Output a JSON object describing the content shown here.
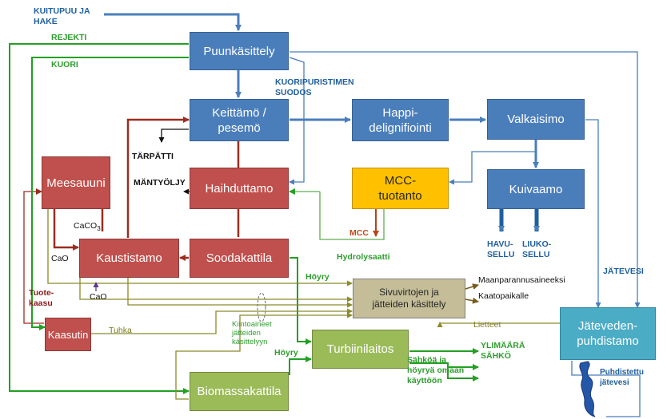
{
  "colors": {
    "process_blue": "#4a7ebb",
    "chemical_red": "#c0504d",
    "energy_green": "#9bbb59",
    "mcc_gold": "#ffc000",
    "side_stream_tan": "#c4bd97",
    "wastewater_teal": "#4bacc6",
    "fiber_line": "#4a7ebb",
    "liquor_line": "#9b2d20",
    "steam_line": "#22a022",
    "residue_line": "#8a8a2a"
  },
  "boxes": {
    "puunkasittely": "Puunkäsittely",
    "keittamo": "Keittämö /\npesemö",
    "happidelignifiointi": "Happi-\ndelignifiointi",
    "valkaisimo": "Valkaisimo",
    "meesauuni": "Meesauuni",
    "haihduttamo": "Haihduttamo",
    "mcc_tuotanto": "MCC-\ntuotanto",
    "kuivaamo": "Kuivaamo",
    "kaustistamo": "Kaustistamo",
    "soodakattila": "Soodakattila",
    "sivuvirrat": "Sivuvirtojen ja\njätteiden käsittely",
    "jatevedenpuhdistamo": "Jäteveden-\npuhdistamo",
    "kaasutin": "Kaasutin",
    "turbiinilaitos": "Turbiinilaitos",
    "biomassakattila": "Biomassakattila"
  },
  "labels": {
    "kuitupuu": "KUITUPUU JA\nHAKE",
    "rejekti": "REJEKTI",
    "kuori": "KUORI",
    "kuoripuristimen": "KUORIPURISTIMEN\nSUODOS",
    "tarpatti": "TÄRPÄTTI",
    "mantyoljy": "MÄNTYÖLJY",
    "caco3": "CaCO",
    "caco3_sub": "3",
    "cao_upper": "CaO",
    "cao_lower": "CaO",
    "mcc": "MCC",
    "hydrolysaatti": "Hydrolysaatti",
    "havusellu": "HAVU-\nSELLU",
    "liukosellu": "LIUKO-\nSELLU",
    "jatevesi": "JÄTEVESI",
    "tuotekaasu": "Tuote-\nkaasu",
    "hoyry_upper": "Höyry",
    "hoyry_lower": "Höyry",
    "maanparannus": "Maanparannusaineeksi",
    "kaatopaikalle": "Kaatopaikalle",
    "tuhka": "Tuhka",
    "kiintoaineet": "Kiintoaineet\njätteiden\nkäsittelyyn",
    "lietteet": "Lietteet",
    "ylimaara": "YLIMÄÄRÄ\nSÄHKÖ",
    "sahkoa": "Sähköä ja\nhöyryä omaan\nkäyttöön",
    "puhdistettu": "Puhdistettu\njätevesi"
  }
}
